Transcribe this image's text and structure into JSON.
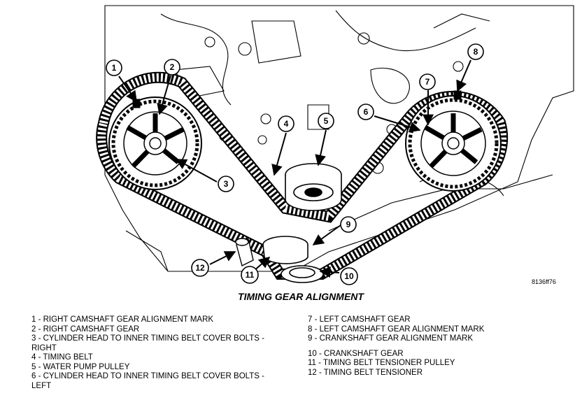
{
  "diagram": {
    "reference_code": "8136ff76",
    "title": "TIMING GEAR ALIGNMENT",
    "callouts": [
      "1",
      "2",
      "3",
      "4",
      "5",
      "6",
      "7",
      "8",
      "9",
      "10",
      "11",
      "12"
    ],
    "legend_left": [
      "1 - RIGHT CAMSHAFT GEAR ALIGNMENT MARK",
      "2 - RIGHT CAMSHAFT GEAR",
      "3 - CYLINDER HEAD TO INNER TIMING BELT COVER BOLTS -\nRIGHT",
      "4 - TIMING BELT",
      "5 - WATER PUMP PULLEY",
      "6 - CYLINDER HEAD TO INNER TIMING BELT COVER BOLTS -\nLEFT"
    ],
    "legend_right": [
      "7 - LEFT CAMSHAFT GEAR",
      "8 - LEFT CAMSHAFT GEAR ALIGNMENT MARK",
      "9 - CRANKSHAFT GEAR ALIGNMENT MARK",
      "",
      "10 - CRANKSHAFT GEAR",
      "11 - TIMING BELT TENSIONER PULLEY",
      "12 - TIMING BELT TENSIONER"
    ]
  }
}
